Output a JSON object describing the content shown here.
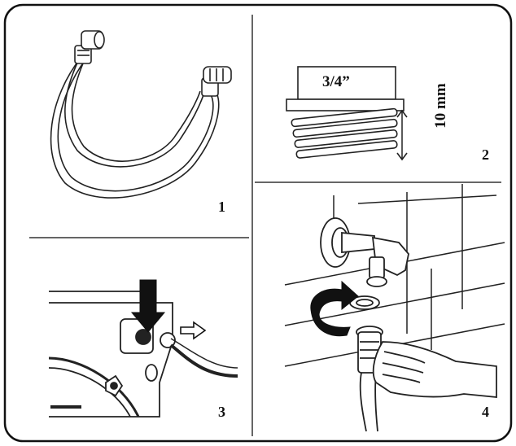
{
  "panels": [
    {
      "number": "1",
      "subject": "inlet hose"
    },
    {
      "number": "2",
      "subject": "tap thread size"
    },
    {
      "number": "3",
      "subject": "hose connection at machine"
    },
    {
      "number": "4",
      "subject": "hose connection at tap"
    }
  ],
  "thread": {
    "size": "3/4”",
    "length": "10 mm"
  },
  "colors": {
    "line": "#111111",
    "background": "#ffffff"
  }
}
